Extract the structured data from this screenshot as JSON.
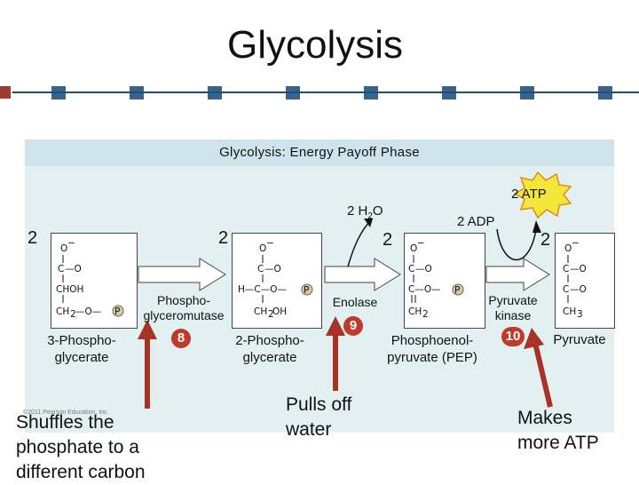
{
  "slide": {
    "title": "Glycolysis"
  },
  "panel": {
    "title": "Glycolysis: Energy Payoff Phase",
    "copyright": "©2011 Pearson Education, Inc."
  },
  "counts": {
    "left": "2",
    "before_water": "2",
    "after_water": "2",
    "after_atp": "2"
  },
  "water": {
    "prefix": "2 H",
    "sub": "2",
    "suffix": "O"
  },
  "adp": "2 ADP",
  "atp_burst": "2 ATP",
  "enzymes": {
    "mutase_line1": "Phospho-",
    "mutase_line2": "glyceromutase",
    "enolase": "Enolase",
    "kinase_line1": "Pyruvate",
    "kinase_line2": "kinase"
  },
  "steps": [
    "8",
    "9",
    "10"
  ],
  "molecules": {
    "m1_line1": "3-Phospho-",
    "m1_line2": "glycerate",
    "m2_line1": "2-Phospho-",
    "m2_line2": "glycerate",
    "m3_line1": "Phosphoenol-",
    "m3_line2": "pyruvate (PEP)",
    "m4": "Pyruvate"
  },
  "notes": {
    "left": [
      "Shuffles the",
      "phosphate to a",
      "different carbon"
    ],
    "middle": [
      "Pulls off",
      "water"
    ],
    "right": [
      "Makes",
      "more ATP"
    ]
  },
  "colors": {
    "accent_arrow": "#a83225",
    "burst": "#f5e63a",
    "panel": "#e3f0f2",
    "step_badge": "#c0392b"
  }
}
